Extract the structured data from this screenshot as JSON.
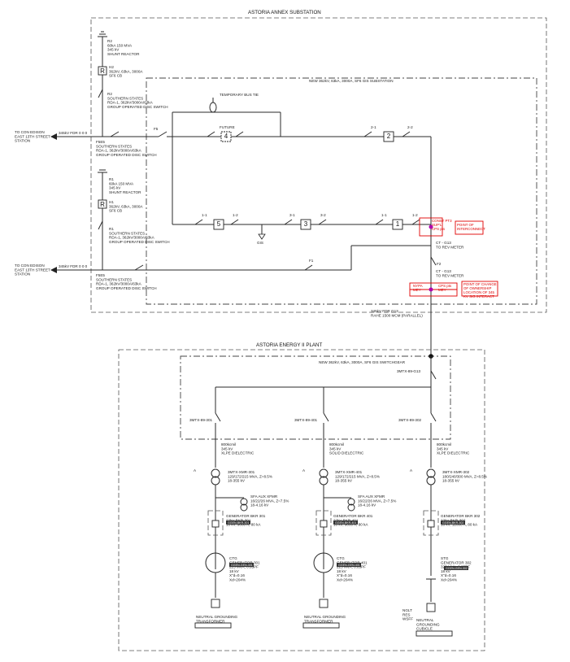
{
  "titles": {
    "substation": "ASTORIA ANNEX SUBSTATION",
    "gis_sub": "NEW 362kV, 63kA, 3000A, SF6 GIS SUBSTATION",
    "plant": "ASTORIA ENERGY II PLANT",
    "gis_plant": "NEW 362kV, 63kA, 3000A, SF6 GIS SWITCHGEAR"
  },
  "feeders": {
    "f1_station": "TO CON EDISON\nEAST 13TH STREET\nSTATION",
    "f1_feeder": "345kV FDR 0 0 0",
    "f2_station": "TO CON EDISON\nEAST 13TH STREET\nSTATION",
    "f2_feeder": "345kV FDR 0 0 0",
    "fdr_to_plant": "345kV FDR G13\nRAHE 1500 MCM (PARALLEL)"
  },
  "top_left": {
    "r2": "R2\n60kA 150 MVA\n345 kV\nSHUNT REACTOR",
    "h2": "H2\n362kV, 63kA, 3000A\nSF6 CB",
    "southern": "R2\nSOUTHERN STATES\nRDA-1, 362kV/3000A/63kA\nGROUP OPERATED DISC SWITCH",
    "fs1": "F5E5\nSOUTHERN STATES\nRDA-1, 362kV/3000A/63kA\nGROUP OPERATED DISC SWITCH",
    "r1": "R1\n60kA 150 MVA\n345 kV\nSHUNT REACTOR",
    "h1": "H1\n362kV, 63kA, 3000A\nSF6 CB",
    "southern2": "R1\nSOUTHERN STATES\nRDA-1, 362kV/3000A/63kA\nGROUP OPERATED DISC SWITCH",
    "fs2": "F5E5\nSOUTHERN STATES\nRDA-1, 362kV/3000A/63kA\nGROUP OPERATED DISC SWITCH"
  },
  "gis": {
    "temp_bus_tie": "TEMPORARY BUS TIE",
    "future": "FUTURE",
    "f5": "F5",
    "sw_21": "2-1",
    "sw_22": "2-2",
    "sw_11": "1-1",
    "sw_12": "1-2",
    "sw_31": "3-1",
    "sw_32": "3-2",
    "sw_41": "1-1",
    "sw_42": "1-2",
    "gnd": "GIS",
    "f1": "F1",
    "f2": "F2",
    "ct1": "CT - G13\nTO REV METER",
    "ct2": "CT - G13\nTO REV METER",
    "breakers": [
      "4",
      "2",
      "5",
      "3",
      "1"
    ]
  },
  "red_notes": {
    "pt1": "CONST PT3\nSUP'L\nCPS pts",
    "pt1_note": "POINT OF\nINTERCONNECT",
    "pt2_a": "NYPA\nMEY",
    "pt2_b": "CPS pts\nMEY",
    "pt2_note": "POINT OF CHANGE\nOF OWNERSHIP\nLOCATION OF 345\nKV SIG INTERACT"
  },
  "plant": {
    "main_sw": "3MTX-89-G13",
    "tie_sws": [
      "3MTX-89-301",
      "3MTX-89-401",
      "3MTX-89-302"
    ],
    "cables": [
      "800kcmil\n345 kV\nXLPE DIELECTRIC",
      "800kcmil\n345 kV\nSOLID DIELECTRIC",
      "800kcmil\n345 kV\nXLPE DIELECTRIC"
    ],
    "gsu": [
      "3MTX-XMR-301\n129/172/215 MVA, Z=8.5%\n18-355 kV",
      "3MTX-XMR-401\n129/172/215 MVA, Z=8.5%\n18-355 kV",
      "3MTX-XMR-302\n180/240/300 MVA, Z=8.5%\n18-355 kV"
    ],
    "aux": [
      "SFA AUX XFMR\n16/22/26 MVA, Z=7.5%\n18-4.16 kV",
      "SFA AUX XFMR\n16/22/26 MVA, Z=7.5%\n18-4.16 kV"
    ],
    "gen_bkr": [
      "GENERATOR BKR 301\n22kV-BKR-301\n18 kV, 9000 A, 80 kA",
      "GENERATOR BKR 401\n22kV-BKR-401\n18 kV, 9000 A, 80 kA",
      "GENERATOR BKR 302\n22kV-BKR-302\n18 kV, 12000 A, 80 kA"
    ],
    "gen": [
      "CTG\nGENERATOR 301\n225 MVA, 0.85PF\n18 kV\nX\"d=0.16\nXd=204%",
      "CTG\nGENERATOR 401\n225 MVA, 0.85PF\n18 kV\nX\"d=0.16\nXd=204%",
      "STG\nGENERATOR 302\n325 MVA, 0.85PF\n18 kV\nX\"d=0.16\nXd=204%"
    ],
    "gnd": [
      "NEUTRAL GROUNDING\nTRANSFORMER",
      "NEUTRAL GROUNDING\nTRANSFORMER",
      "NEUTRAL\nGROUNDING\nCUBICLE"
    ],
    "gnd_tags": [
      "GGEN-TRF-301",
      "GGEN-TRF-401",
      "GGEN-RES-302"
    ],
    "gen_tags": [
      "GGEN-GEN-301",
      "GGEN-GEN-401",
      "GGEN-GEN-302"
    ],
    "bkr_tags": [
      "GGEN-BKR-301",
      "GGEN-BKR-401",
      "GGEN-BKR-302"
    ],
    "nsub": "NGLT\nRES\nWSFF"
  }
}
